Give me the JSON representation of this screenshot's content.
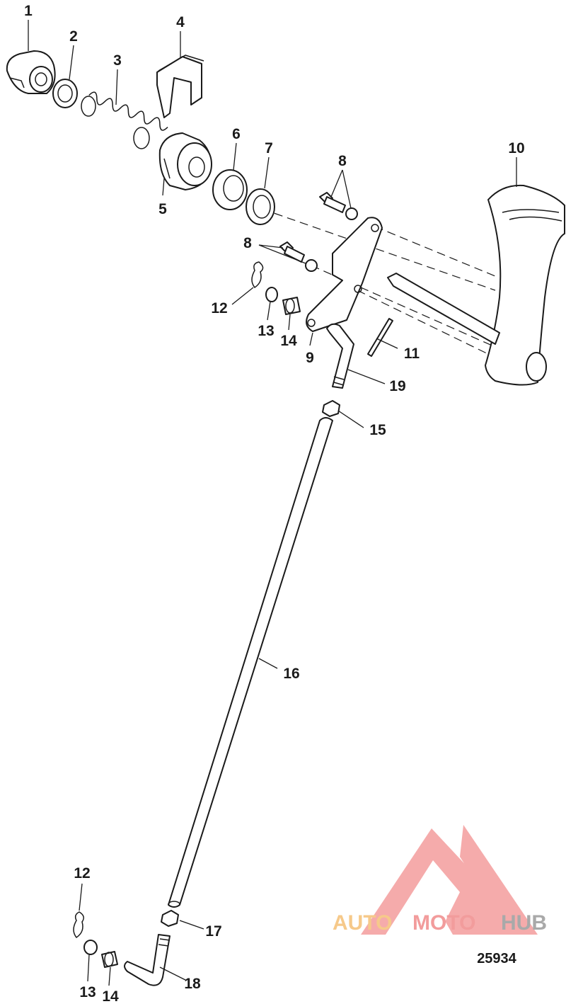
{
  "figure_number": "25934",
  "watermark": {
    "part1": "AUTO",
    "part2": "MOTO",
    "part3": "HUB",
    "colors": {
      "logo": "#f4a3a3",
      "auto": "#f6c98a",
      "moto": "#f29c9c",
      "hub": "#a9a9a9"
    }
  },
  "callouts": [
    "1",
    "2",
    "3",
    "4",
    "5",
    "6",
    "7",
    "8",
    "8",
    "9",
    "10",
    "11",
    "12",
    "13",
    "14",
    "15",
    "16",
    "17",
    "12",
    "13",
    "14",
    "18",
    "19"
  ]
}
